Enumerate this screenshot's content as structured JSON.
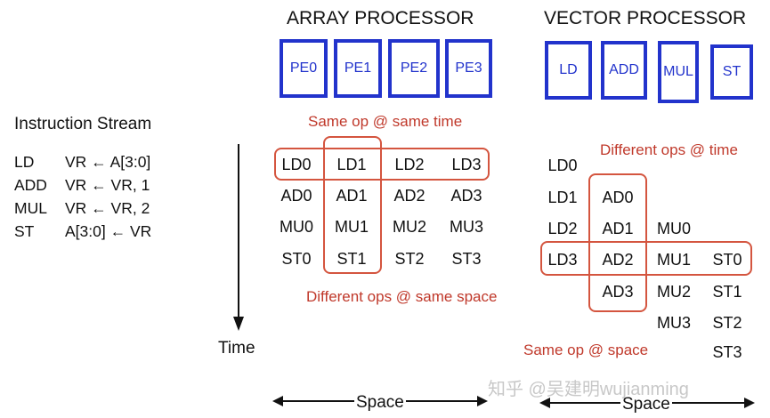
{
  "array": {
    "title": "ARRAY PROCESSOR",
    "pes": [
      "PE0",
      "PE1",
      "PE2",
      "PE3"
    ],
    "rows": [
      [
        "LD0",
        "LD1",
        "LD2",
        "LD3"
      ],
      [
        "AD0",
        "AD1",
        "AD2",
        "AD3"
      ],
      [
        "MU0",
        "MU1",
        "MU2",
        "MU3"
      ],
      [
        "ST0",
        "ST1",
        "ST2",
        "ST3"
      ]
    ],
    "note_top": "Same op @ same time",
    "note_bottom": "Different ops @ same space"
  },
  "vector": {
    "title": "VECTOR PROCESSOR",
    "units": [
      "LD",
      "ADD",
      "MUL",
      "ST"
    ],
    "cols": [
      [
        "LD0",
        "LD1",
        "LD2",
        "LD3"
      ],
      [
        "AD0",
        "AD1",
        "AD2",
        "AD3"
      ],
      [
        "MU0",
        "MU1",
        "MU2",
        "MU3"
      ],
      [
        "ST0",
        "ST1",
        "ST2",
        "ST3"
      ]
    ],
    "note_top": "Different ops @ time",
    "note_bottom": "Same op @ space"
  },
  "instructions": {
    "heading": "Instruction Stream",
    "lines": [
      {
        "op": "LD",
        "arg": "VR ← A[3:0]"
      },
      {
        "op": "ADD",
        "arg": "VR ← VR, 1"
      },
      {
        "op": "MUL",
        "arg": "VR ← VR, 2"
      },
      {
        "op": "ST",
        "arg": "A[3:0] ← VR"
      }
    ]
  },
  "axes": {
    "time": "Time",
    "space": "Space"
  },
  "watermark": "知乎 @吴建明wujianming"
}
